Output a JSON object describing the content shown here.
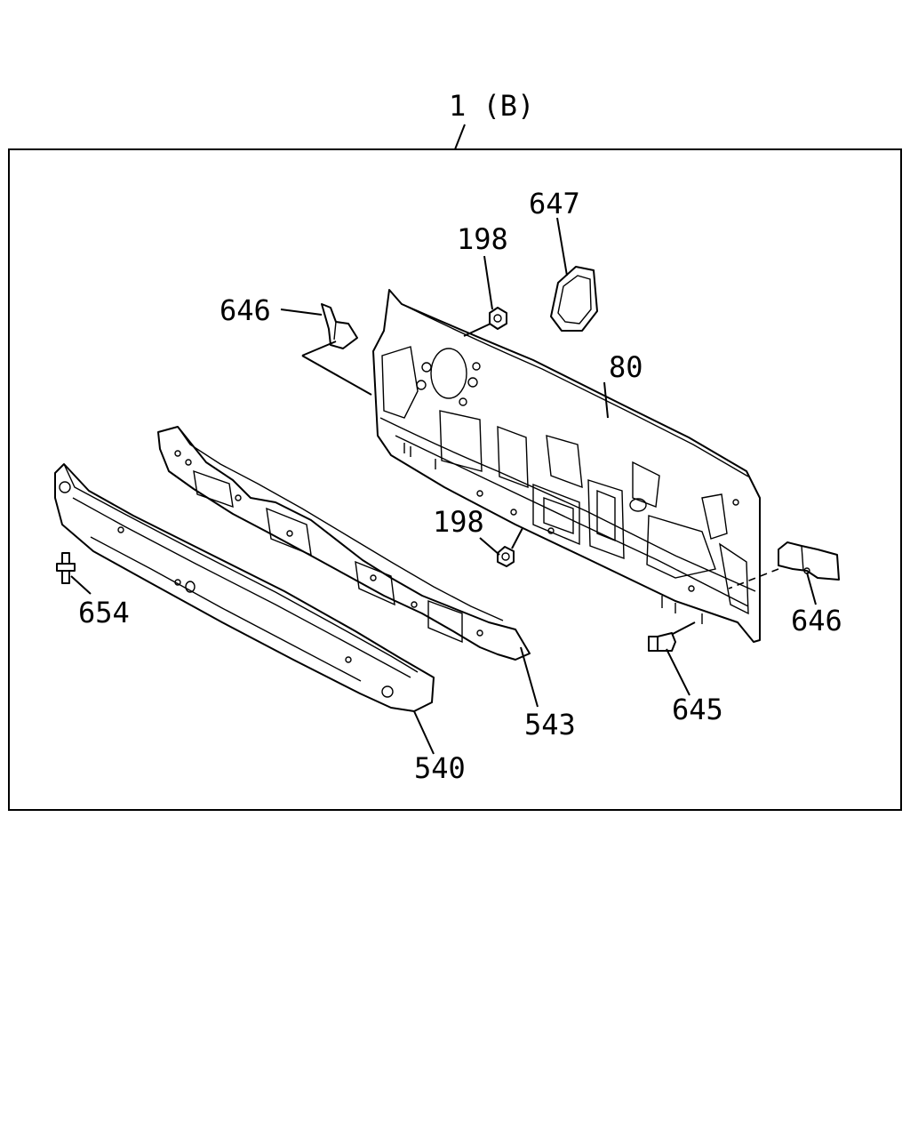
{
  "diagram": {
    "assembly_label": "1 (B)",
    "parts": [
      {
        "id": "647",
        "label": "647"
      },
      {
        "id": "198-top",
        "label": "198"
      },
      {
        "id": "646-left",
        "label": "646"
      },
      {
        "id": "80",
        "label": "80"
      },
      {
        "id": "198-bottom",
        "label": "198"
      },
      {
        "id": "654",
        "label": "654"
      },
      {
        "id": "646-right",
        "label": "646"
      },
      {
        "id": "645",
        "label": "645"
      },
      {
        "id": "543",
        "label": "543"
      },
      {
        "id": "540",
        "label": "540"
      }
    ]
  }
}
